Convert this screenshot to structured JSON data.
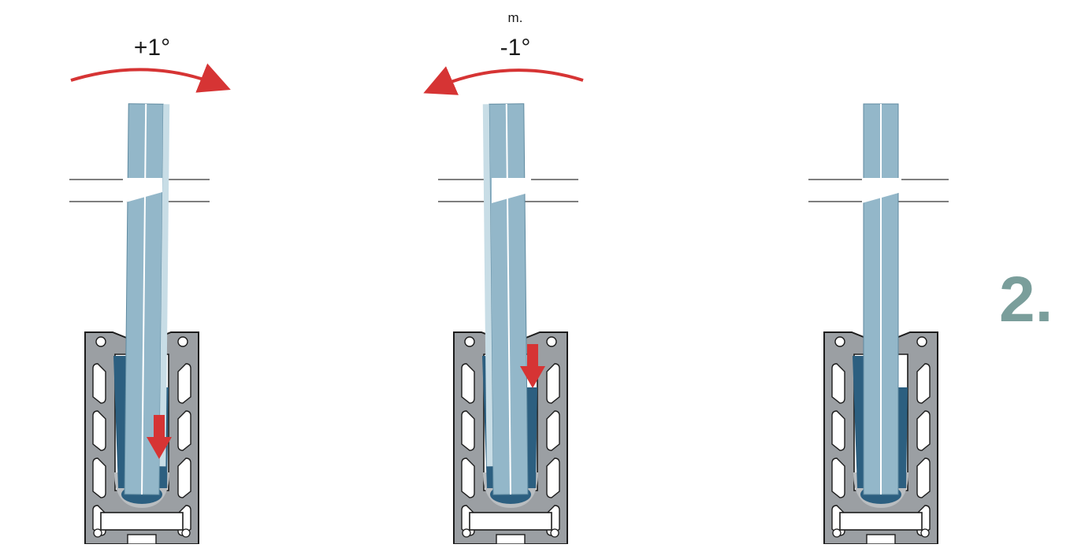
{
  "panels": [
    {
      "id": "tilt-plus",
      "angle_label": "+1°",
      "unit_label": "",
      "tilt_degrees": 1,
      "rotation_direction": "clockwise",
      "push_arrow_position": "low",
      "has_push_arrow": true
    },
    {
      "id": "tilt-minus",
      "angle_label": "-1°",
      "unit_label": "m.",
      "tilt_degrees": -1,
      "rotation_direction": "counterclockwise",
      "push_arrow_position": "high",
      "has_push_arrow": true
    },
    {
      "id": "neutral",
      "angle_label": "",
      "unit_label": "",
      "tilt_degrees": 0,
      "rotation_direction": "none",
      "has_push_arrow": false
    }
  ],
  "step_number": "2.",
  "colors": {
    "glass": "#93b7c9",
    "glass_light": "#c8dde6",
    "profile": "#9b9fa3",
    "profile_dark": "#1c1c1c",
    "wedge": "#2c5f80",
    "gasket": "#b9bdc0",
    "arrow": "#d63434",
    "step_number": "#7a9e9b"
  },
  "icons": {
    "rotation_arrow": "curved-arrow-icon",
    "push_arrow": "down-arrow-icon"
  }
}
